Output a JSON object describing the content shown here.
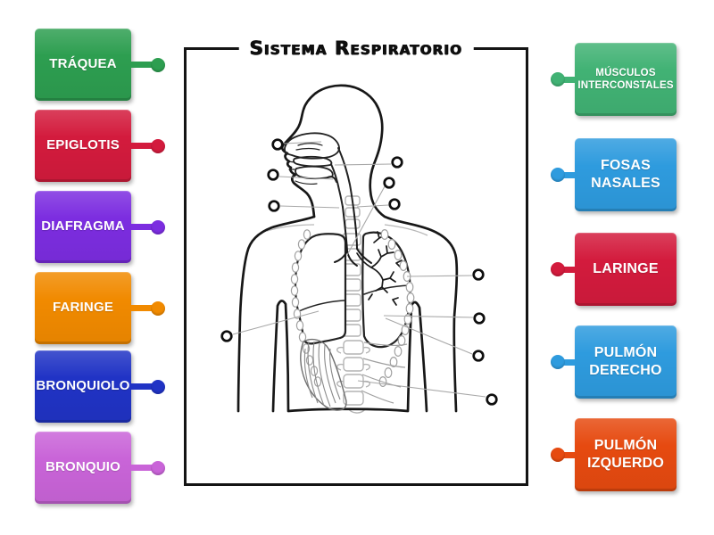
{
  "diagram": {
    "title": "Sistema Respiratorio",
    "frame_color": "#141414",
    "drop_zone_count": 11
  },
  "labels_left": [
    {
      "text": "TRÁQUEA",
      "color": "#2d9e50"
    },
    {
      "text": "EPIGLOTIS",
      "color": "#d31b3d"
    },
    {
      "text": "DIAFRAGMA",
      "color": "#7c2de0"
    },
    {
      "text": "FARINGE",
      "color": "#f18a00"
    },
    {
      "text": "BRONQUIOLO",
      "color": "#2033c5"
    },
    {
      "text": "BRONQUIO",
      "color": "#c964d8"
    }
  ],
  "labels_right": [
    {
      "text": "MÚSCULOS INTERCONSTALES",
      "color": "#41b274"
    },
    {
      "text": "FOSAS NASALES",
      "color": "#2e9bde"
    },
    {
      "text": "LARINGE",
      "color": "#d31b3d"
    },
    {
      "text": "PULMÓN DERECHO",
      "color": "#2e9bde"
    },
    {
      "text": "PULMÓN IZQUERDO",
      "color": "#e64a10"
    }
  ]
}
